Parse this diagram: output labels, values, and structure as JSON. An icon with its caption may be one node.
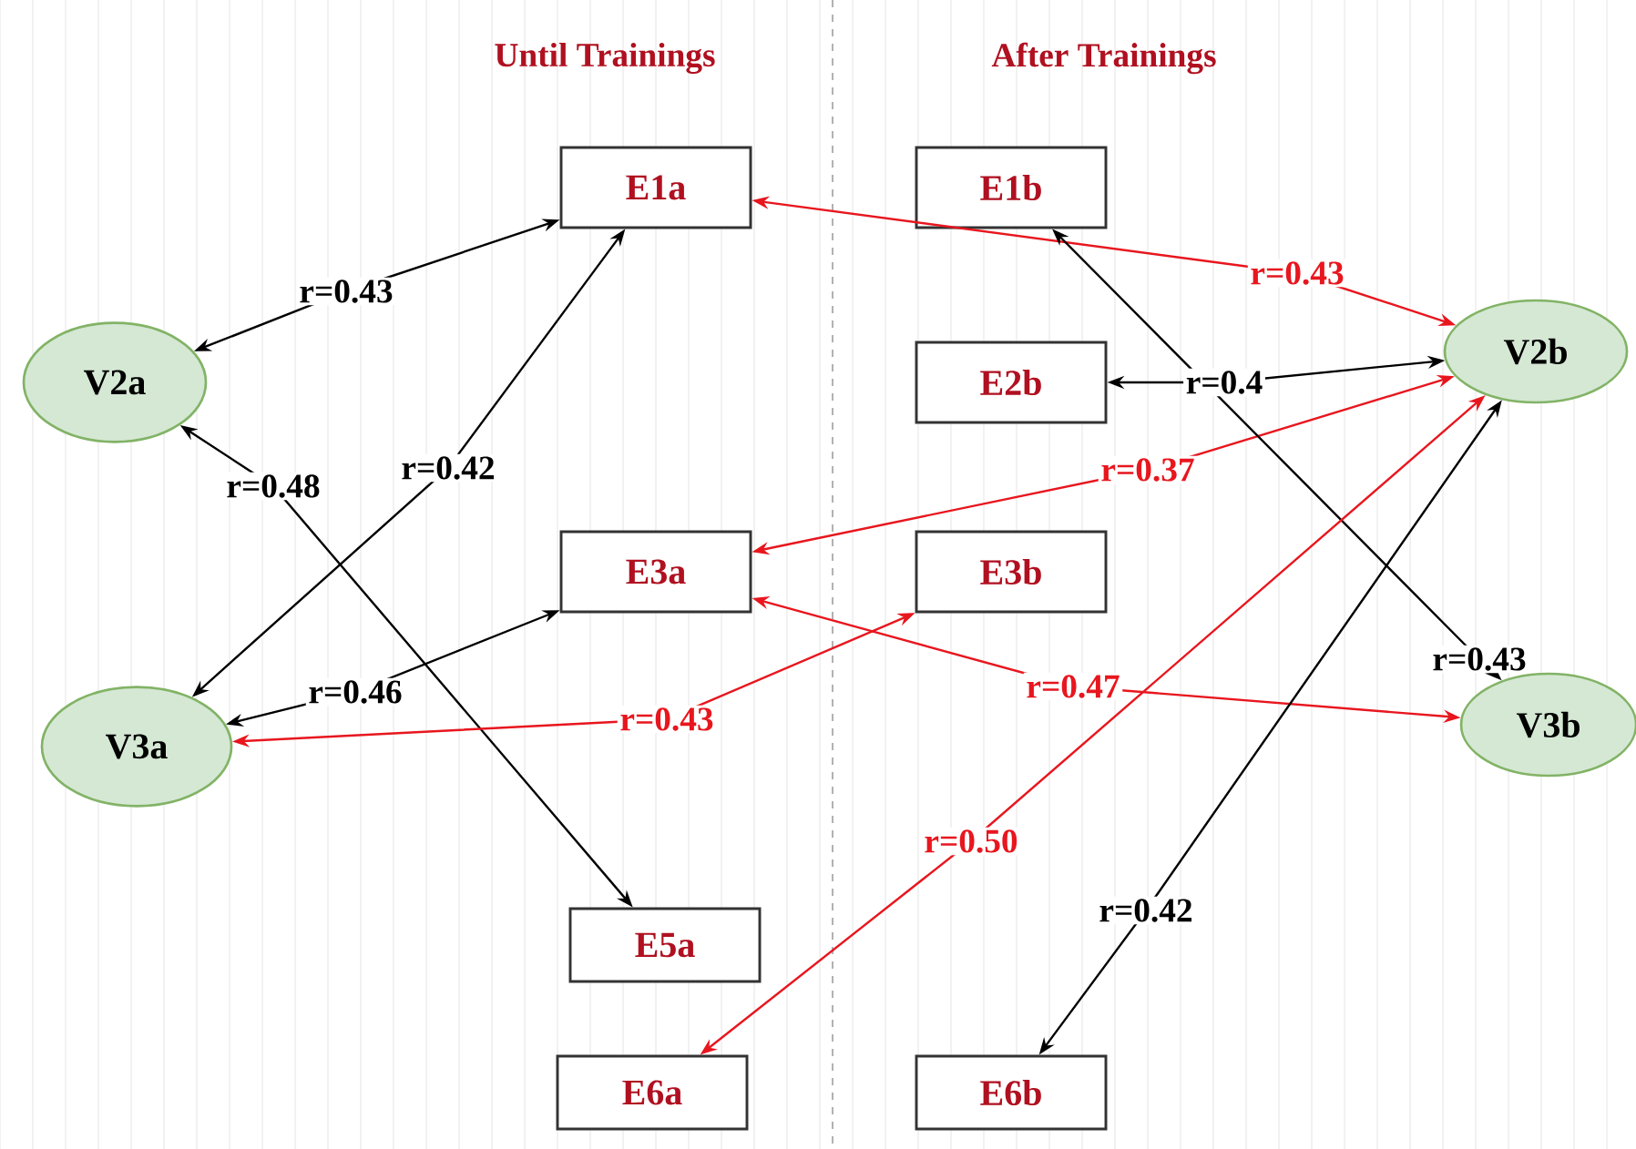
{
  "diagram": {
    "nodes": [
      {
        "text": [
          "E1a"
        ]
      },
      {
        "text": [
          "E1b"
        ]
      },
      {
        "text": [
          "V2a"
        ]
      },
      {
        "text": [
          "E2b"
        ]
      },
      {
        "text": [
          "V2b"
        ]
      },
      {
        "text": [
          "E3a"
        ]
      },
      {
        "text": [
          "E3b"
        ]
      },
      {
        "text": [
          "V3a"
        ]
      },
      {
        "text": [
          "V3b"
        ]
      },
      {
        "text": [
          "E5a"
        ]
      },
      {
        "text": [
          "E6a"
        ]
      },
      {
        "text": [
          "E6b"
        ]
      }
    ],
    "edges": [
      {
        "from": 2,
        "to": 0,
        "arrow": "both",
        "label": "r=0.43"
      },
      {
        "from": 7,
        "to": 0,
        "arrow": "both",
        "label": "r=0.42"
      },
      {
        "from": 2,
        "to": 9,
        "arrow": "both",
        "label": "r=0.48"
      },
      {
        "from": 7,
        "to": 5,
        "arrow": "both",
        "label": "r=0.46"
      },
      {
        "from": 7,
        "to": 6,
        "arrow": "both",
        "label": "r=0.43",
        "color": "#e8161e"
      },
      {
        "from": 0,
        "to": 4,
        "arrow": "both",
        "label": "r=0.43",
        "color": "#e8161e"
      },
      {
        "from": 3,
        "to": 4,
        "arrow": "both",
        "label": "r=0.4"
      },
      {
        "from": 5,
        "to": 4,
        "arrow": "both",
        "label": "r=0.37",
        "color": "#e8161e"
      },
      {
        "from": 5,
        "to": 8,
        "arrow": "both",
        "label": "r=0.47",
        "color": "#e8161e"
      },
      {
        "from": 1,
        "to": 8,
        "arrow": "both",
        "label": "r=0.43"
      },
      {
        "from": 10,
        "to": 4,
        "arrow": "both",
        "label": "r=0.50",
        "color": "#e8161e"
      },
      {
        "from": 11,
        "to": 4,
        "arrow": "both",
        "label": "r=0.42"
      }
    ],
    "labels": [
      "Until Trainings",
      "After Trainings"
    ]
  }
}
